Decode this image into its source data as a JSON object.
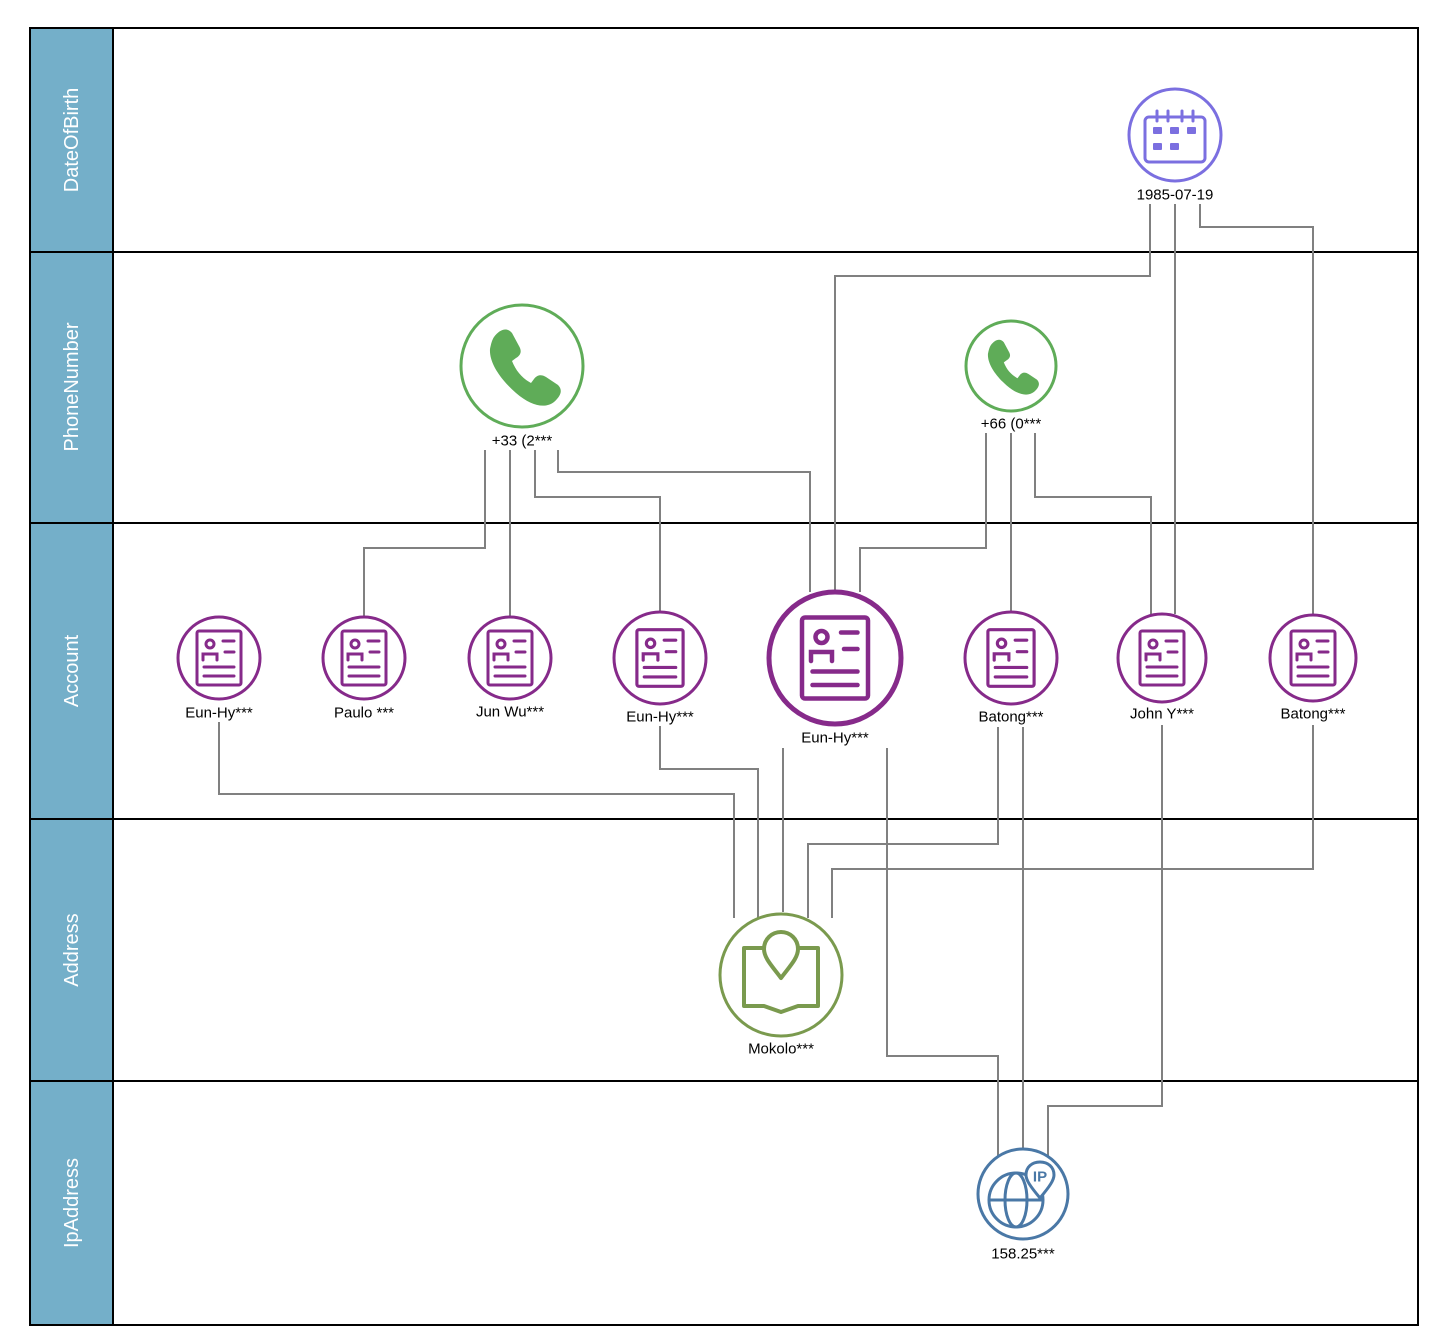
{
  "lanes": [
    {
      "id": "dob",
      "label": "DateOfBirth"
    },
    {
      "id": "phone",
      "label": "PhoneNumber"
    },
    {
      "id": "account",
      "label": "Account"
    },
    {
      "id": "address",
      "label": "Address"
    },
    {
      "id": "ip",
      "label": "IpAddress"
    }
  ],
  "colors": {
    "lane_header": "#74afc9",
    "border": "#000000",
    "edge": "#808080",
    "date": "#7b6fe0",
    "phone": "#5fac58",
    "account": "#862a8a",
    "address": "#7a9a4e",
    "ip": "#4a78a6"
  },
  "nodes": [
    {
      "id": "dob1",
      "type": "date",
      "icon": "calendar-icon",
      "label": "1985-07-19"
    },
    {
      "id": "ph1",
      "type": "phone",
      "icon": "phone-icon",
      "label": "+33 (2***"
    },
    {
      "id": "ph2",
      "type": "phone",
      "icon": "phone-icon",
      "label": "+66 (0***"
    },
    {
      "id": "acc1",
      "type": "account",
      "icon": "account-card-icon",
      "label": "Eun-Hy***"
    },
    {
      "id": "acc2",
      "type": "account",
      "icon": "account-card-icon",
      "label": "Paulo ***"
    },
    {
      "id": "acc3",
      "type": "account",
      "icon": "account-card-icon",
      "label": "Jun Wu***"
    },
    {
      "id": "acc4",
      "type": "account",
      "icon": "account-card-icon",
      "label": "Eun-Hy***"
    },
    {
      "id": "acc5",
      "type": "account",
      "icon": "account-card-icon",
      "label": "Eun-Hy***"
    },
    {
      "id": "acc6",
      "type": "account",
      "icon": "account-card-icon",
      "label": "Batong***"
    },
    {
      "id": "acc7",
      "type": "account",
      "icon": "account-card-icon",
      "label": "John Y***"
    },
    {
      "id": "acc8",
      "type": "account",
      "icon": "account-card-icon",
      "label": "Batong***"
    },
    {
      "id": "addr1",
      "type": "address",
      "icon": "map-pin-icon",
      "label": "Mokolo***"
    },
    {
      "id": "ip1",
      "type": "ip",
      "icon": "ip-globe-icon",
      "label": "158.25***"
    }
  ],
  "edges": [
    {
      "from": "ph1",
      "to": "acc2"
    },
    {
      "from": "ph1",
      "to": "acc3"
    },
    {
      "from": "ph1",
      "to": "acc4"
    },
    {
      "from": "ph1",
      "to": "acc5"
    },
    {
      "from": "ph2",
      "to": "acc5"
    },
    {
      "from": "ph2",
      "to": "acc6"
    },
    {
      "from": "ph2",
      "to": "acc7"
    },
    {
      "from": "dob1",
      "to": "acc5"
    },
    {
      "from": "dob1",
      "to": "acc7"
    },
    {
      "from": "dob1",
      "to": "acc8"
    },
    {
      "from": "acc1",
      "to": "addr1"
    },
    {
      "from": "acc4",
      "to": "addr1"
    },
    {
      "from": "acc5",
      "to": "addr1"
    },
    {
      "from": "acc6",
      "to": "addr1"
    },
    {
      "from": "acc8",
      "to": "addr1"
    },
    {
      "from": "acc5",
      "to": "ip1"
    },
    {
      "from": "acc6",
      "to": "ip1"
    },
    {
      "from": "acc7",
      "to": "ip1"
    }
  ]
}
